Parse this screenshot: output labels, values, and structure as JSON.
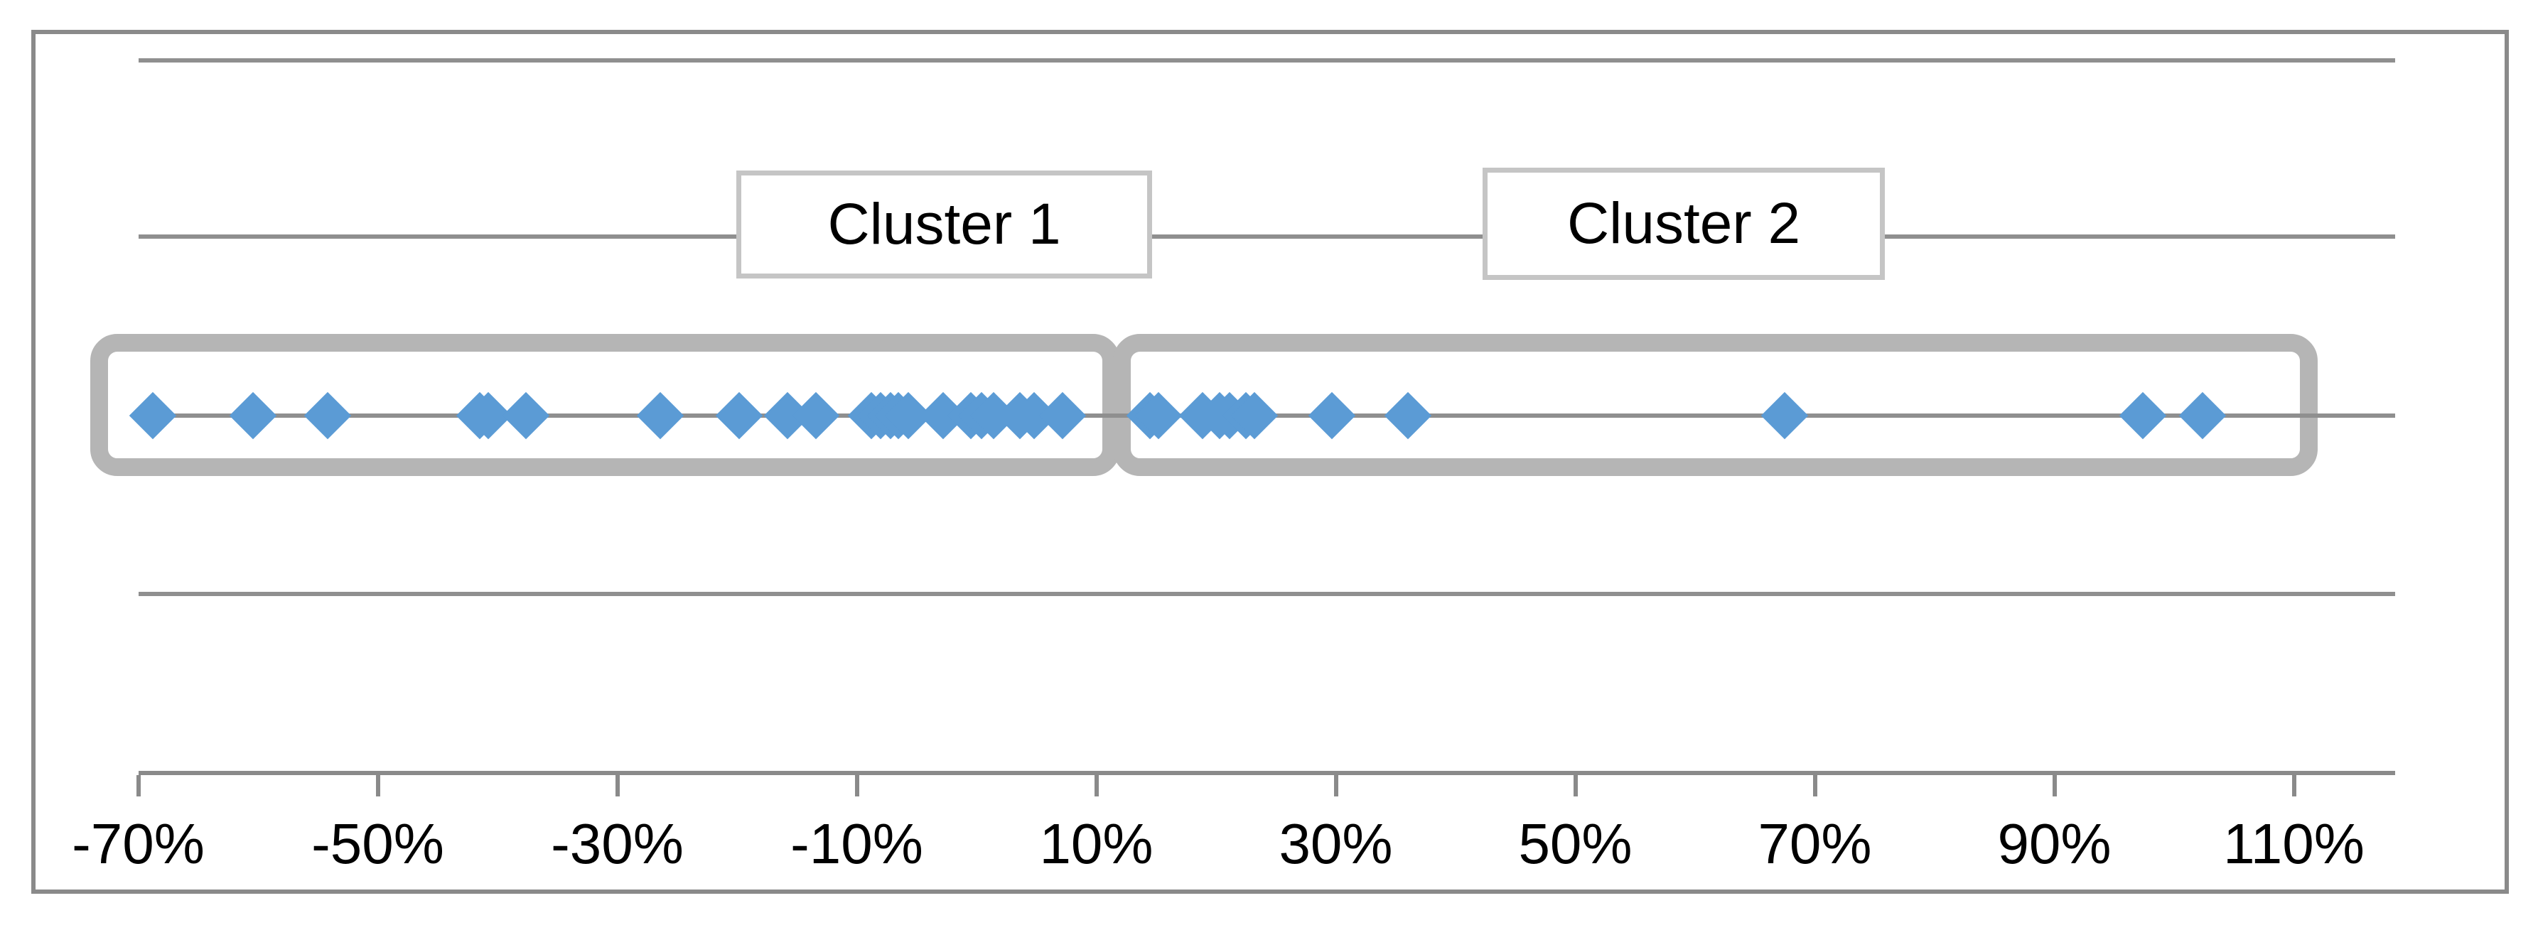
{
  "chart_data": {
    "type": "scatter",
    "title": "",
    "xlabel": "",
    "ylabel": "",
    "x_axis": {
      "min": -70,
      "max": 120,
      "unit": "percent",
      "tick_values": [
        -70,
        -50,
        -30,
        -10,
        10,
        30,
        50,
        70,
        90,
        110
      ],
      "tick_labels": [
        "-70%",
        "-50%",
        "-30%",
        "-10%",
        "10%",
        "30%",
        "50%",
        "70%",
        "90%",
        "110%"
      ]
    },
    "grid": true,
    "legend": false,
    "marker": {
      "shape": "diamond",
      "color": "#5B9BD5"
    },
    "clusters": [
      {
        "label": "Cluster 1",
        "range_pct": [
          -74,
          12
        ],
        "points": [
          -68.8,
          -60.4,
          -54.2,
          -41.5,
          -40.8,
          -37.6,
          -26.4,
          -19.8,
          -15.8,
          -13.4,
          -8.8,
          -8.0,
          -7.2,
          -6.5,
          -5.7,
          -2.8,
          -0.5,
          0.4,
          1.4,
          3.6,
          4.8,
          7.2
        ]
      },
      {
        "label": "Cluster 2",
        "range_pct": [
          11.4,
          112
        ],
        "points": [
          14.5,
          15.2,
          18.9,
          20.3,
          21.1,
          22.5,
          23.2,
          29.7,
          36.0,
          67.5,
          97.4,
          102.4
        ]
      }
    ]
  },
  "colors": {
    "marker_blue": "#5B9BD5",
    "gridline_gray": "#8F8F8F",
    "axis_gray": "#8A8A8A",
    "chart_border_gray": "#8A8A8A",
    "cluster_outline_gray": "#B5B5B5",
    "label_box_border_gray": "#C5C5C5",
    "text_black": "#000000"
  }
}
